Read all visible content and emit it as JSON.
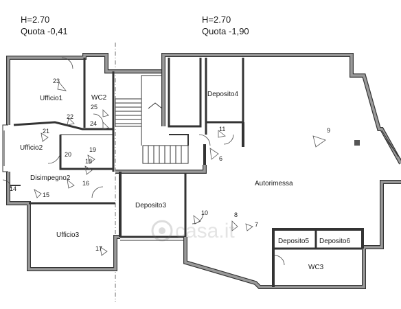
{
  "header": {
    "left": {
      "height": "H=2.70",
      "level": "Quota -0,41"
    },
    "right": {
      "height": "H=2.70",
      "level": "Quota -1,90"
    }
  },
  "rooms": {
    "ufficio1": "Ufficio1",
    "wc2": "WC2",
    "ufficio2": "Ufficio2",
    "disimpegno2": "Disimpegno2",
    "ufficio3": "Ufficio3",
    "deposito3": "Deposito3",
    "deposito4": "Deposito4",
    "autorimessa": "Autorimessa",
    "deposito5": "Deposito5",
    "deposito6": "Deposito6",
    "wc3": "WC3"
  },
  "markers": {
    "m23": "23",
    "m25": "25",
    "m22": "22",
    "m24": "24",
    "m21": "21",
    "m20": "20",
    "m19": "19",
    "m18": "18",
    "m16": "16",
    "m15": "15",
    "m14": "14",
    "m17": "17",
    "m11": "11",
    "m6": "6",
    "m9": "9",
    "m10": "10",
    "m8": "8",
    "m7": "7"
  },
  "watermark": "casa.it"
}
